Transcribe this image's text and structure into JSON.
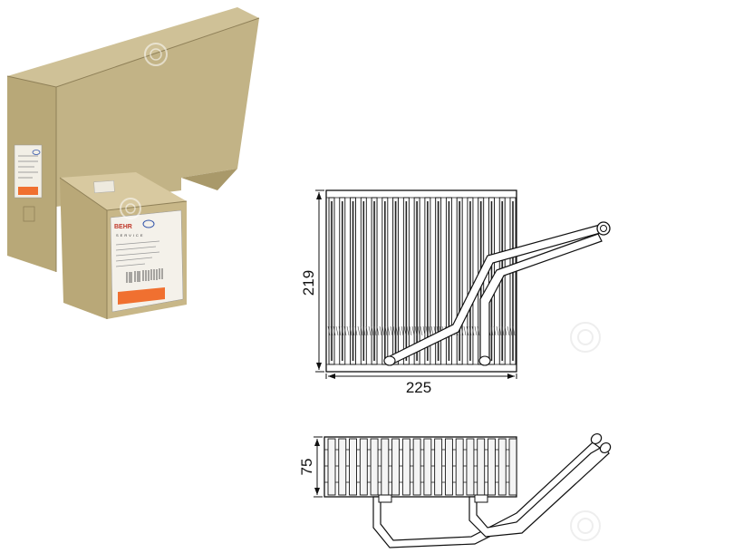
{
  "product_photo": {
    "brand_text": "BEHR",
    "service_text": "SERVICE",
    "box_color": "#c9b98e",
    "label_accent": "#f07030"
  },
  "drawing": {
    "front_view": {
      "height_label": "219",
      "width_label": "225"
    },
    "top_view": {
      "depth_label": "75"
    },
    "tube_count": 18,
    "line_color": "#111111"
  }
}
